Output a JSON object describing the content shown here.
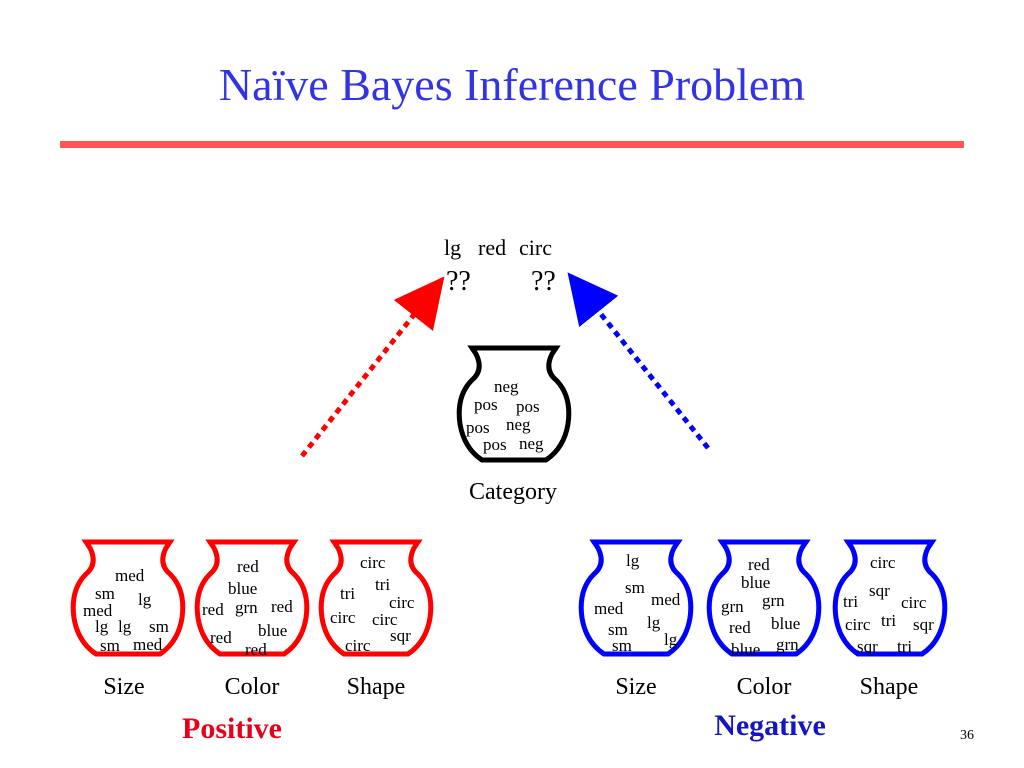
{
  "slide": {
    "title": "Naïve Bayes Inference Problem",
    "page_number": "36",
    "colors": {
      "title": "#3333e6",
      "rule": "#ff5555",
      "positive": "#e6001a",
      "negative": "#1414c8"
    }
  },
  "query": {
    "features": [
      "lg",
      "red",
      "circ"
    ],
    "unknown_left": "??",
    "unknown_right": "??"
  },
  "category_jar": {
    "label": "Category",
    "items": [
      "neg",
      "pos",
      "pos",
      "neg",
      "pos",
      "pos",
      "neg"
    ]
  },
  "positive": {
    "label": "Positive",
    "jars": {
      "size": {
        "label": "Size",
        "items": [
          "med",
          "sm",
          "lg",
          "med",
          "lg",
          "lg",
          "sm",
          "sm",
          "med"
        ]
      },
      "color": {
        "label": "Color",
        "items": [
          "red",
          "blue",
          "red",
          "grn",
          "red",
          "red",
          "blue",
          "red"
        ]
      },
      "shape": {
        "label": "Shape",
        "items": [
          "circ",
          "tri",
          "tri",
          "circ",
          "circ",
          "circ",
          "sqr",
          "circ"
        ]
      }
    }
  },
  "negative": {
    "label": "Negative",
    "jars": {
      "size": {
        "label": "Size",
        "items": [
          "lg",
          "sm",
          "med",
          "med",
          "lg",
          "sm",
          "sm",
          "lg"
        ]
      },
      "color": {
        "label": "Color",
        "items": [
          "red",
          "blue",
          "grn",
          "grn",
          "red",
          "blue",
          "blue",
          "grn"
        ]
      },
      "shape": {
        "label": "Shape",
        "items": [
          "circ",
          "sqr",
          "tri",
          "circ",
          "circ",
          "tri",
          "sqr",
          "sqr",
          "tri"
        ]
      }
    }
  }
}
